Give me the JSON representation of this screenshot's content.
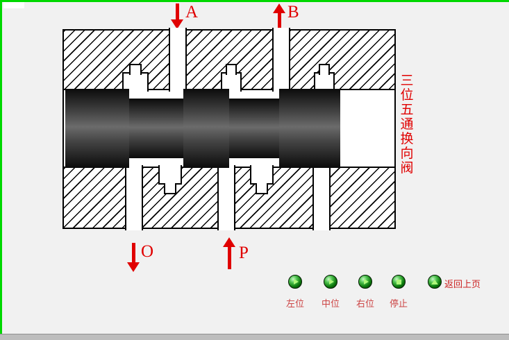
{
  "window": {
    "frame_green": "#00d800",
    "background": "#f1f1f1",
    "statusbar_color": "#bdbdbd"
  },
  "diagram": {
    "vertical_title": "三位五通换向阀",
    "title_color": "#e00000",
    "arrow_color": "#e00000",
    "port_a": "A",
    "port_b": "B",
    "port_o": "O",
    "port_p": "P"
  },
  "controls": {
    "label_color": "#cc4444",
    "buttons": [
      {
        "label": "左位",
        "icon": "play-icon"
      },
      {
        "label": "中位",
        "icon": "play-icon"
      },
      {
        "label": "右位",
        "icon": "play-icon"
      },
      {
        "label": "停止",
        "icon": "stop-icon"
      },
      {
        "label": "返回上页",
        "icon": "up-icon"
      }
    ]
  }
}
